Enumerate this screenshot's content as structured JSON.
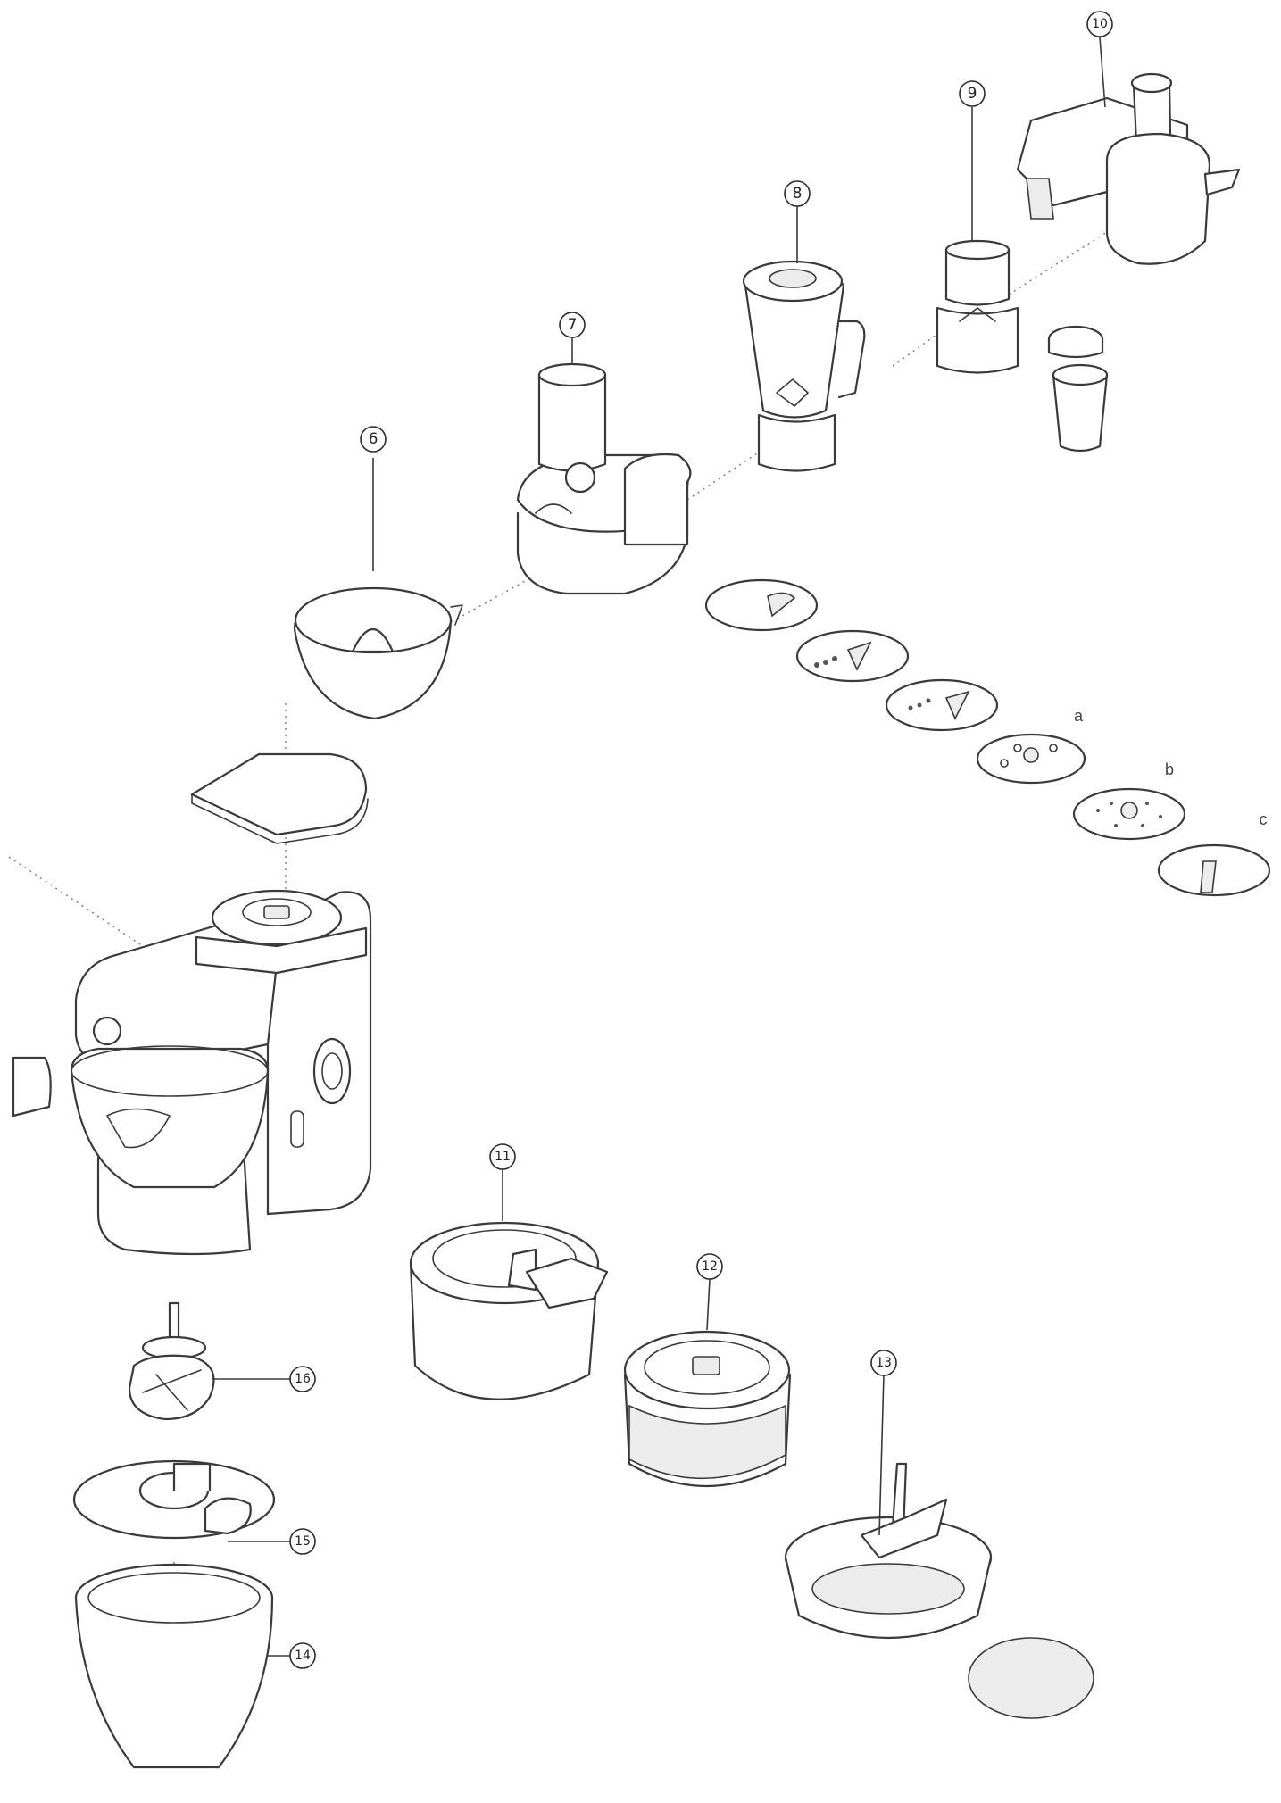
{
  "callouts": [
    {
      "id": "c6",
      "text": "6"
    },
    {
      "id": "c7",
      "text": "7"
    },
    {
      "id": "c8",
      "text": "8"
    },
    {
      "id": "c9",
      "text": "9"
    },
    {
      "id": "c10",
      "text": "10"
    },
    {
      "id": "c11",
      "text": "11"
    },
    {
      "id": "c12",
      "text": "12"
    },
    {
      "id": "c13",
      "text": "13"
    },
    {
      "id": "c14",
      "text": "14"
    },
    {
      "id": "c15",
      "text": "15"
    },
    {
      "id": "c16",
      "text": "16"
    }
  ],
  "disc_letters": [
    "a",
    "b",
    "c"
  ],
  "colors": {
    "line": "#3a3a3a",
    "background": "#ffffff"
  }
}
